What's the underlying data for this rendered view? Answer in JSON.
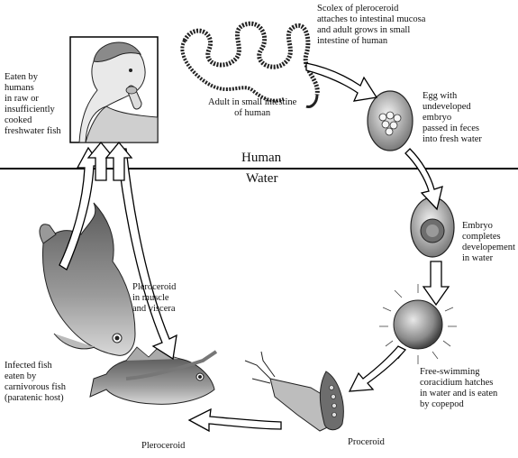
{
  "zones": {
    "human": "Human",
    "water": "Water"
  },
  "labels": {
    "eaten": "Eaten by\nhumans\nin raw or\ninsufficiently\ncooked\nfreshwater fish",
    "adult": "Adult in small intestine\nof human",
    "scolex": "Scolex of pleroceroid\nattaches to intestinal mucosa\nand adult grows in small\nintestine of human",
    "egg": "Egg with\nundeveloped\nembryo\npassed in feces\ninto fresh water",
    "embryo": "Embryo\ncompletes\ndevelopement\nin water",
    "coracidium": "Free-swimming\ncoracidium hatches\nin water and is eaten\nby copepod",
    "proceroid": "Proceroid",
    "pleroceroid": "Pleroceroid",
    "muscle": "Pleroceroid\nin muscle\nand viscera",
    "infected": "Infected fish\neaten by\ncarnivorous fish\n(paratenic host)"
  }
}
